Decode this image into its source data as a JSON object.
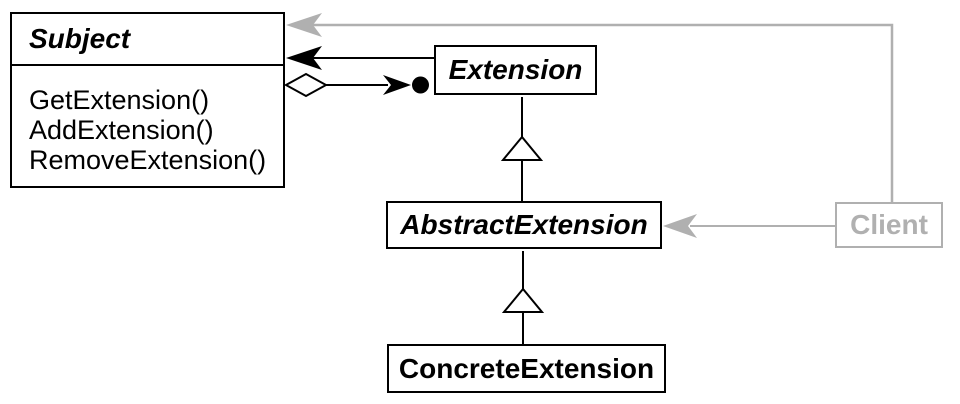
{
  "colors": {
    "ink": "#000000",
    "muted_gray": "#b0b0b0",
    "background": "#ffffff"
  },
  "classes": {
    "subject": {
      "name": "Subject",
      "abstract": true,
      "methods": [
        "GetExtension()",
        "AddExtension()",
        "RemoveExtension()"
      ]
    },
    "extension": {
      "name": "Extension",
      "abstract": true
    },
    "abstract_extension": {
      "name": "AbstractExtension",
      "abstract": true
    },
    "concrete_extension": {
      "name": "ConcreteExtension",
      "abstract": false
    },
    "client": {
      "name": "Client",
      "abstract": false
    }
  },
  "relationships": [
    {
      "from": "Extension",
      "to": "Subject",
      "type": "directed-association",
      "color": "#000000"
    },
    {
      "from": "Subject",
      "to": "Extension",
      "type": "aggregation-with-ball-end",
      "color": "#000000"
    },
    {
      "from": "AbstractExtension",
      "to": "Extension",
      "type": "generalization",
      "color": "#000000"
    },
    {
      "from": "ConcreteExtension",
      "to": "AbstractExtension",
      "type": "generalization",
      "color": "#000000"
    },
    {
      "from": "Client",
      "to": "Subject",
      "type": "directed-association",
      "color": "#b0b0b0"
    },
    {
      "from": "Client",
      "to": "AbstractExtension",
      "type": "directed-association",
      "color": "#b0b0b0"
    }
  ]
}
